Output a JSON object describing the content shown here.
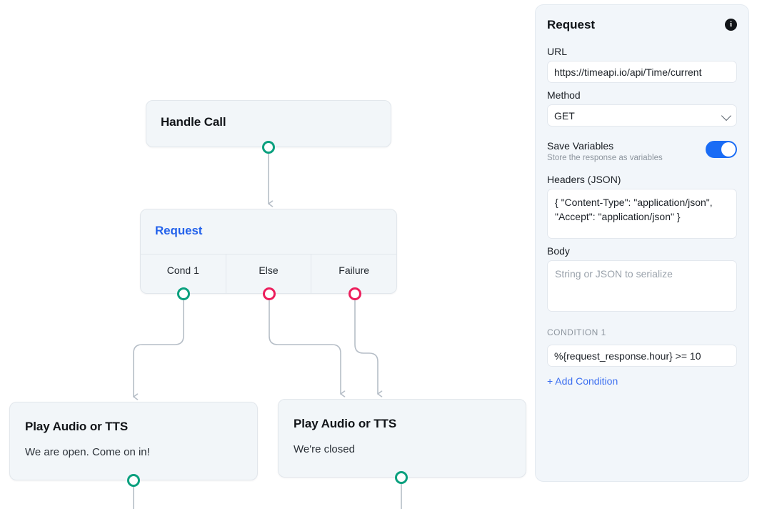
{
  "canvas": {
    "nodes": [
      {
        "id": "handle-call",
        "title": "Handle Call",
        "subtitle": ""
      },
      {
        "id": "request",
        "title": "Request",
        "ports": [
          {
            "label": "Cond 1",
            "color": "green"
          },
          {
            "label": "Else",
            "color": "pink"
          },
          {
            "label": "Failure",
            "color": "pink"
          }
        ]
      },
      {
        "id": "play-open",
        "title": "Play Audio or TTS",
        "subtitle": "We are open. Come on in!"
      },
      {
        "id": "play-closed",
        "title": "Play Audio or TTS",
        "subtitle": "We're closed"
      }
    ]
  },
  "panel": {
    "title": "Request",
    "info_icon": "info-icon",
    "url": {
      "label": "URL",
      "value": "https://timeapi.io/api/Time/current"
    },
    "method": {
      "label": "Method",
      "value": "GET",
      "chevron": "chevron-down-icon"
    },
    "save_variables": {
      "label": "Save Variables",
      "description": "Store the response as variables",
      "enabled": true
    },
    "headers": {
      "label": "Headers (JSON)",
      "value": "{ \"Content-Type\": \"application/json\", \"Accept\": \"application/json\" }"
    },
    "body": {
      "label": "Body",
      "value": "",
      "placeholder": "String or JSON to serialize"
    },
    "condition": {
      "label": "CONDITION 1",
      "value": "%{request_response.hour} >= 10",
      "add_label": "+ Add Condition"
    }
  },
  "colors": {
    "accent_blue": "#2563eb",
    "toggle_blue": "#1a6cf5",
    "port_green": "#0aa07e",
    "port_pink": "#ec1e5c",
    "node_bg": "#f2f6f9",
    "panel_bg": "#f2f6fa",
    "edge": "#b6bec7"
  }
}
